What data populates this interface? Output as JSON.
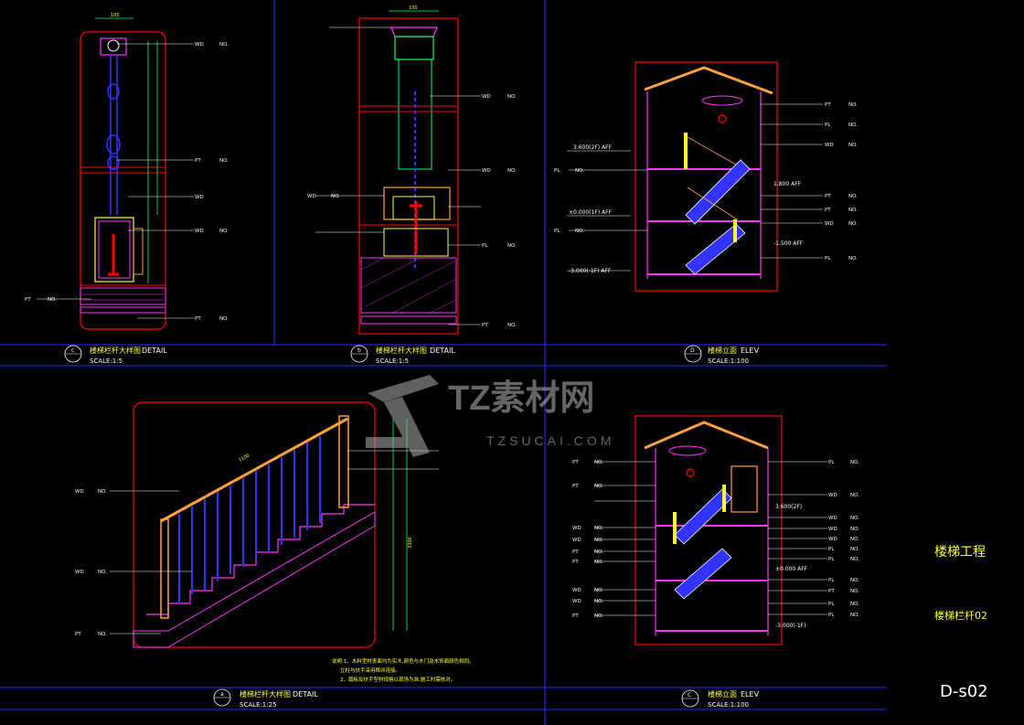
{
  "drawing": {
    "project_name": "楼梯工程",
    "sheet_title": "楼梯栏杆02",
    "sheet_number": "D-s02",
    "watermark_cn": "TZ素材网",
    "watermark_en": "TZSUCAI.COM"
  },
  "panels": [
    {
      "id": "panel-1",
      "marker": "c",
      "title": "楼梯栏杆大样图",
      "title_en": "DETAIL",
      "scale": "SCALE:1:5"
    },
    {
      "id": "panel-2",
      "marker": "b",
      "title": "楼梯栏杆大样图",
      "title_en": "DETAIL",
      "scale": "SCALE:1:5"
    },
    {
      "id": "panel-3",
      "marker": "D",
      "title": "楼梯立面",
      "title_en": "ELEV",
      "scale": "SCALE:1:100"
    },
    {
      "id": "panel-4",
      "marker": "a",
      "title": "楼梯栏杆大样图",
      "title_en": "DETAIL",
      "scale": "SCALE:1:25"
    },
    {
      "id": "panel-5",
      "marker": "C",
      "title": "楼梯立面",
      "title_en": "ELEV",
      "scale": "SCALE:1:100"
    }
  ],
  "tags": {
    "wd": "WD",
    "pt": "PT",
    "pl": "PL",
    "no": "NO."
  },
  "levels": {
    "l2f": "3.600(2F) AFF",
    "l1f": "±0.000(1F) AFF",
    "lb1": "-3.000(-1F) AFF",
    "l1800": "1.800 AFF",
    "l1500": "-1.500 AFF",
    "l2f_c": "3.600(2F)",
    "l1f_c": "±0.000 AFF",
    "lb1_c": "-3.000(-1F)"
  },
  "notes": {
    "n1": "说明:1、木料型材表面均为实木,颜色与木门及木饰面颜色相同。",
    "n2": "立柱与扶手采用榫卯连接。",
    "n3": "2、踏板及扶手型材规格以现场为准,施工时需核对。"
  },
  "dims": {
    "d_top": "100",
    "d_rail": "1100",
    "d_stair": "3300"
  },
  "colors": {
    "frame": "#ff0000",
    "grid": "#2a2aff",
    "text": "#ffffff",
    "yellow": "#ffff33",
    "magenta": "#ff33ff",
    "green": "#00ff66",
    "cyan": "#00ffff",
    "blue": "#3333ff",
    "orange": "#ffa040"
  }
}
